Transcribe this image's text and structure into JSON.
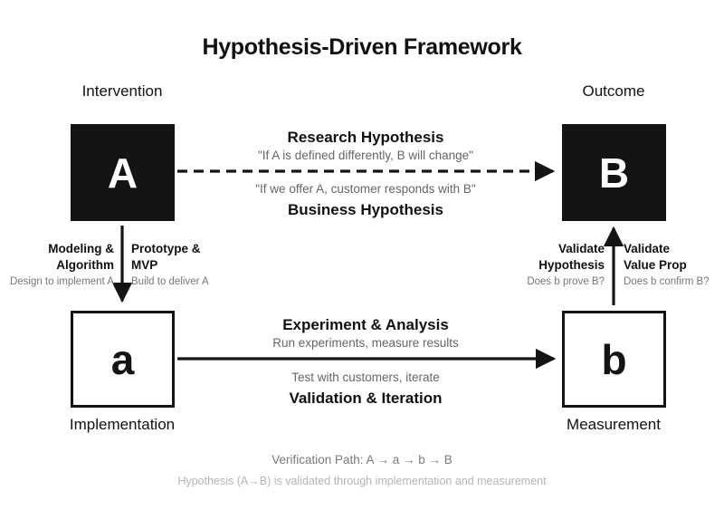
{
  "diagram": {
    "title": "Hypothesis-Driven Framework",
    "background_color": "#ffffff",
    "ink_color": "#141414",
    "muted_color": "#666666"
  },
  "nodes": {
    "intervention": {
      "caption": "Intervention",
      "letter": "A",
      "style": "filled"
    },
    "outcome": {
      "caption": "Outcome",
      "letter": "B",
      "style": "filled"
    },
    "implementation": {
      "caption": "Implementation",
      "letter": "a",
      "style": "outlined"
    },
    "measurement": {
      "caption": "Measurement",
      "letter": "b",
      "style": "outlined"
    }
  },
  "edges": {
    "top": {
      "above_title": "Research Hypothesis",
      "above_sub": "\"If A is defined differently, B will change\"",
      "below_sub": "\"If we offer A, customer responds with B\"",
      "below_title": "Business Hypothesis",
      "line_style": "dashed"
    },
    "bottom": {
      "above_title": "Experiment & Analysis",
      "above_sub": "Run experiments, measure results",
      "below_sub": "Test with customers, iterate",
      "below_title": "Validation & Iteration",
      "line_style": "solid"
    },
    "left_down": {
      "left_title_line1": "Modeling &",
      "left_title_line2": "Algorithm",
      "left_sub": "Design to implement A",
      "right_title_line1": "Prototype &",
      "right_title_line2": "MVP",
      "right_sub": "Build to deliver A",
      "line_style": "solid"
    },
    "right_up": {
      "left_title_line1": "Validate",
      "left_title_line2": "Hypothesis",
      "left_sub": "Does b prove B?",
      "right_title_line1": "Validate",
      "right_title_line2": "Value Prop",
      "right_sub": "Does b confirm B?",
      "line_style": "solid"
    }
  },
  "footer": {
    "path_line": "Verification Path: A → a → b → B",
    "note_line": "Hypothesis (A→B) is validated through implementation and measurement"
  }
}
